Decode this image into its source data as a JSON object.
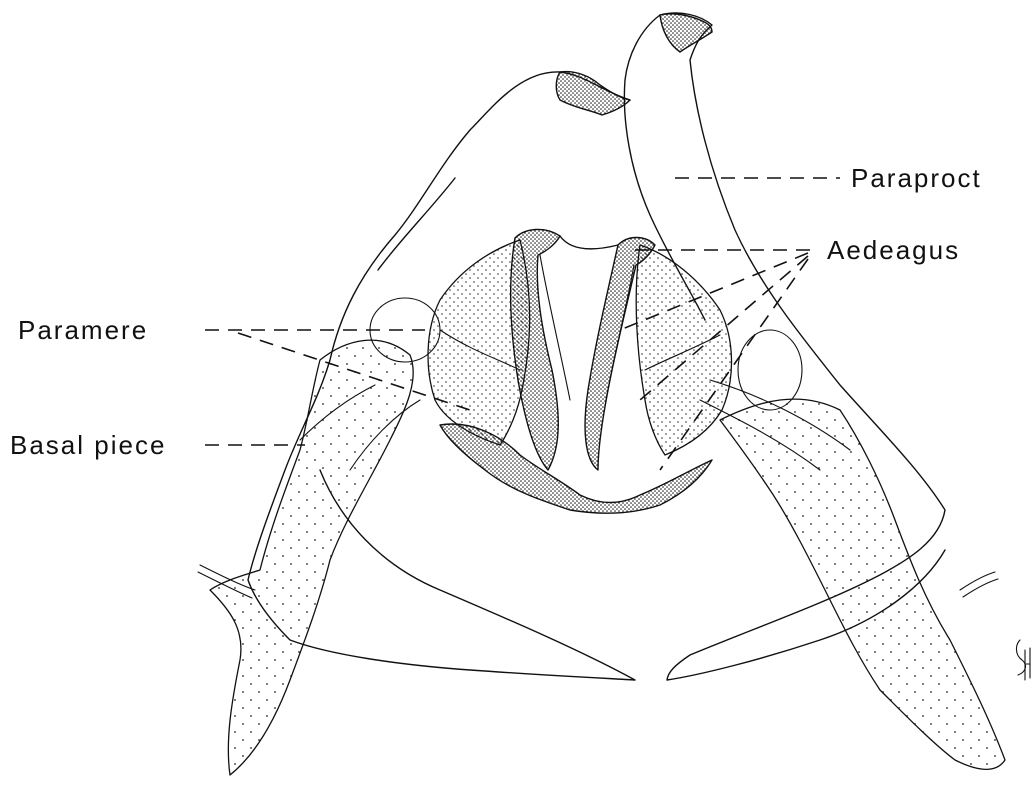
{
  "labels": {
    "paraproct": "Paraproct",
    "aedeagus": "Aedeagus",
    "paramere": "Paramere",
    "basal_piece": "Basal piece"
  },
  "signature": "SH"
}
